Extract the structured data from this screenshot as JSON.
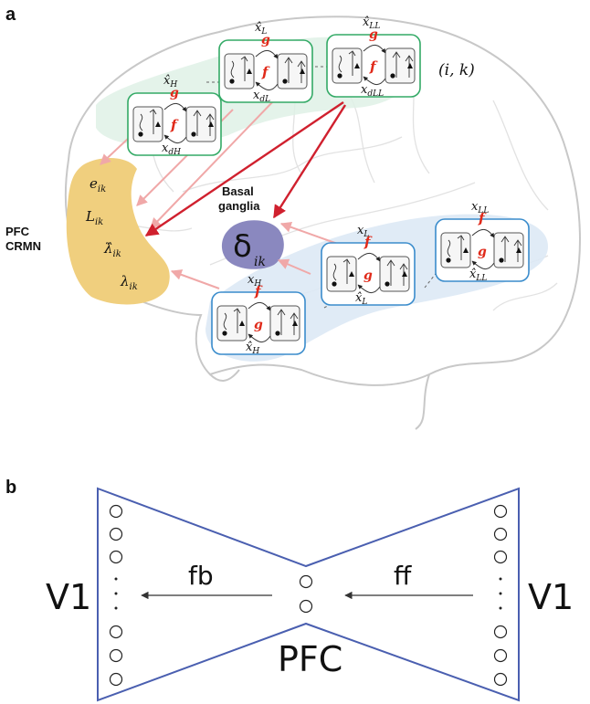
{
  "panel_a": {
    "label": "a",
    "pfc_label": [
      "PFC",
      "CRMN"
    ],
    "pfc_vars": [
      "e",
      "L",
      "λ̂",
      "λ"
    ],
    "pfc_subscript": "ik",
    "basal_ganglia": [
      "Basal",
      "ganglia"
    ],
    "delta_symbol": "δ",
    "delta_subscript": "ik",
    "index_label": "(i, k)",
    "top_modules": [
      {
        "top": "x̂",
        "top_sub": "H",
        "bottom": "x",
        "bottom_sub": "dH",
        "g": "g",
        "f": "f"
      },
      {
        "top": "x̂",
        "top_sub": "L",
        "bottom": "x",
        "bottom_sub": "dL",
        "g": "g",
        "f": "f"
      },
      {
        "top": "x̂",
        "top_sub": "LL",
        "bottom": "x",
        "bottom_sub": "dLL",
        "g": "g",
        "f": "f"
      }
    ],
    "bottom_modules": [
      {
        "top": "x",
        "top_sub": "H",
        "bottom": "x̂",
        "bottom_sub": "H",
        "g": "g",
        "f": "f"
      },
      {
        "top": "x",
        "top_sub": "L",
        "bottom": "x̂",
        "bottom_sub": "L",
        "g": "g",
        "f": "f"
      },
      {
        "top": "x",
        "top_sub": "LL",
        "bottom": "x̂",
        "bottom_sub": "LL",
        "g": "g",
        "f": "f"
      }
    ],
    "colors": {
      "top_module": "#33aa66",
      "bottom_module": "#3a8ccc",
      "pfc_region": "#f0cf7e",
      "basal_region": "#8a88bf",
      "strong_arrow": "#d0202e",
      "faint_arrow": "#f0a8a8"
    }
  },
  "panel_b": {
    "label": "b",
    "left": "V1",
    "right": "V1",
    "center": "PFC",
    "fb": "fb",
    "ff": "ff",
    "dots": ". . .",
    "colors": {
      "outline": "#4a5fb0"
    }
  }
}
